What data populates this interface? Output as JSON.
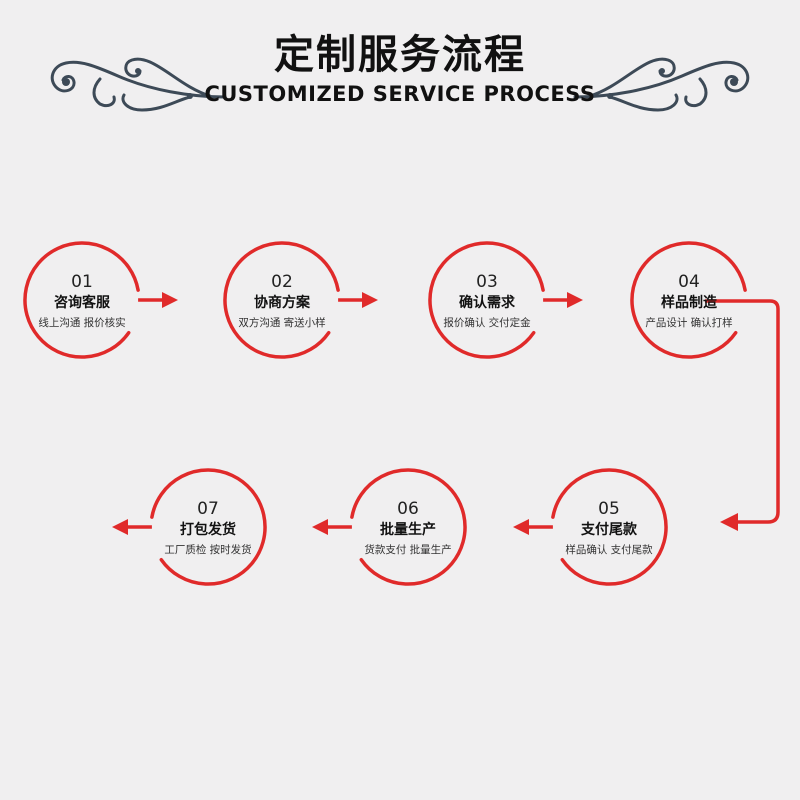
{
  "header": {
    "title": "定制服务流程",
    "subtitle": "CUSTOMIZED SERVICE PROCESS"
  },
  "colors": {
    "accent": "#e02a2a",
    "background": "#f0eff0",
    "ornament": "#3d4a57"
  },
  "steps": [
    {
      "number": "01",
      "name": "咨询客服",
      "desc": "线上沟通 报价核实"
    },
    {
      "number": "02",
      "name": "协商方案",
      "desc": "双方沟通 寄送小样"
    },
    {
      "number": "03",
      "name": "确认需求",
      "desc": "报价确认 交付定金"
    },
    {
      "number": "04",
      "name": "样品制造",
      "desc": "产品设计 确认打样"
    },
    {
      "number": "05",
      "name": "支付尾款",
      "desc": "样品确认 支付尾款"
    },
    {
      "number": "06",
      "name": "批量生产",
      "desc": "货款支付 批量生产"
    },
    {
      "number": "07",
      "name": "打包发货",
      "desc": "工厂质检 按时发货"
    }
  ]
}
